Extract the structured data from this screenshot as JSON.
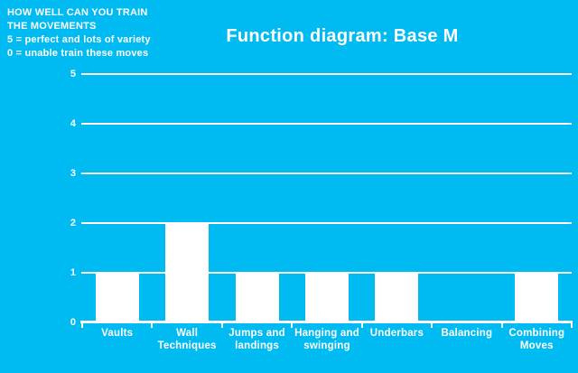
{
  "page": {
    "background_color": "#00BBF2",
    "foreground_color": "#FFFFFF"
  },
  "header": {
    "title": "Function diagram: Base M",
    "note_lines": [
      "HOW WELL CAN YOU TRAIN",
      "THE MOVEMENTS",
      "5 = perfect and lots of variety",
      "0 = unable train these moves"
    ]
  },
  "chart_data": {
    "type": "bar",
    "title": "Function diagram: Base M",
    "categories": [
      "Vaults",
      "Wall Techniques",
      "Jumps and landings",
      "Hanging and swinging",
      "Underbars",
      "Balancing",
      "Combining Moves"
    ],
    "values": [
      1,
      2,
      1,
      1,
      1,
      0,
      1
    ],
    "category_labels_wrapped": [
      "Vaults",
      "Wall\nTechniques",
      "Jumps and\nlandings",
      "Hanging and\nswinging",
      "Underbars",
      "Balancing",
      "Combining\nMoves"
    ],
    "xlabel": "",
    "ylabel": "",
    "ylim": [
      0,
      5
    ],
    "yticks": [
      0,
      1,
      2,
      3,
      4,
      5
    ],
    "grid": true,
    "legend": false,
    "bar_color": "#FFFFFF",
    "gridline_color": "#FFFFFF",
    "background_color": "#00BBF2"
  }
}
